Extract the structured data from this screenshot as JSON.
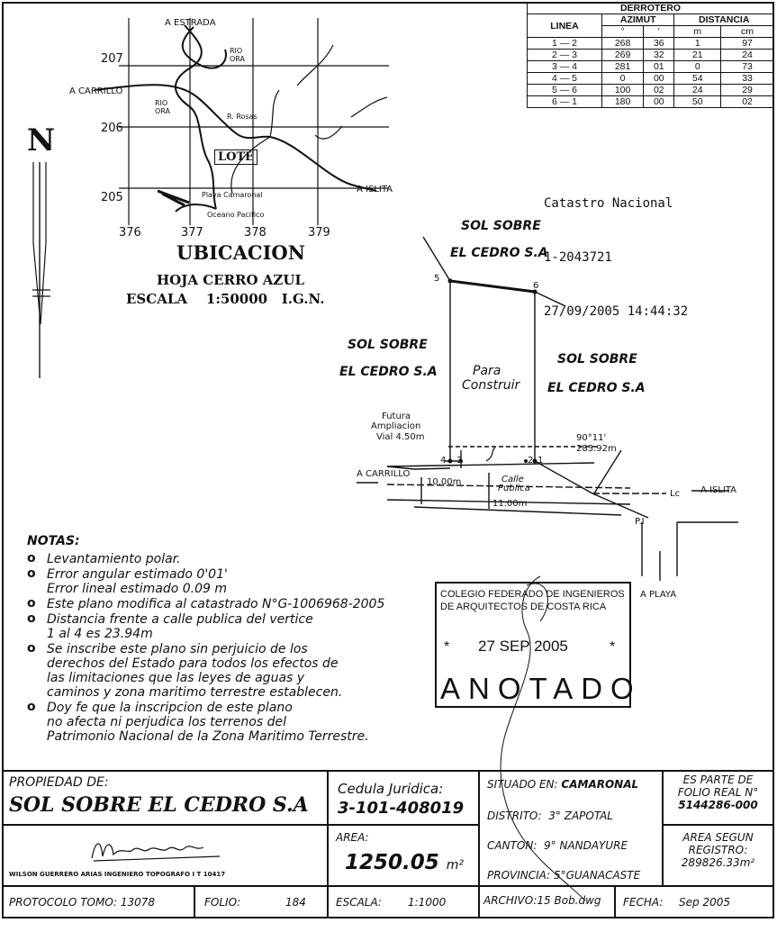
{
  "derrotero": {
    "title": "DERROTERO",
    "headers": [
      "LINEA",
      "AZIMUT",
      "DISTANCIA"
    ],
    "subheaders": [
      "°",
      "'",
      "m",
      "cm"
    ],
    "rows": [
      [
        "1 — 2",
        "268",
        "36",
        "1",
        "97"
      ],
      [
        "2 — 3",
        "269",
        "32",
        "21",
        "24"
      ],
      [
        "3 — 4",
        "281",
        "01",
        "0",
        "73"
      ],
      [
        "4 — 5",
        "0",
        "00",
        "54",
        "33"
      ],
      [
        "5 — 6",
        "100",
        "02",
        "24",
        "29"
      ],
      [
        "6 — 1",
        "180",
        "00",
        "50",
        "02"
      ]
    ]
  },
  "catastro": {
    "line1": "Catastro Nacional",
    "line2": "1-2043721",
    "line3": "27/09/2005 14:44:32"
  },
  "map": {
    "labels": {
      "estrada": "A ESTRADA",
      "carrillo": "A CARRILLO",
      "islita": "A ISLITA",
      "lote": "LOTE",
      "rio1": "RIO ORA",
      "rio2": "RIO ORA",
      "playa": "Playa Camaronal",
      "oceano": "Oceano Pacifico",
      "rosas": "R. Rosas"
    },
    "y_ticks": [
      "207",
      "206",
      "205"
    ],
    "x_ticks": [
      "376",
      "377",
      "378",
      "379"
    ],
    "north": "N"
  },
  "ubicacion": {
    "title": "UBICACION",
    "hoja": "HOJA CERRO AZUL",
    "escala": "ESCALA    1:50000   I.G.N."
  },
  "plan": {
    "top_owner_1": "SOL SOBRE",
    "top_owner_2": "EL CEDRO S.A",
    "left_owner_1": "SOL SOBRE",
    "left_owner_2": "EL CEDRO S.A",
    "right_owner_1": "SOL SOBRE",
    "right_owner_2": "EL CEDRO S.A",
    "center_1": "Para",
    "center_2": "Construir",
    "v1": "1",
    "v2": "2",
    "v3": "3",
    "v4": "4",
    "v5": "5",
    "v6": "6",
    "futura_1": "Futura",
    "futura_2": "Ampliacion",
    "futura_3": "Vial 4.50m",
    "angle": "90°11'",
    "dist": "283.92m",
    "carrillo": "A CARRILLO",
    "islita": "A ISLITA",
    "w10": "10.00m",
    "calle_1": "Calle",
    "calle_2": "Publica",
    "w11": "11.00m",
    "lc": "Lc",
    "pi": "P.I",
    "playa": "A PLAYA"
  },
  "notes": {
    "title": "NOTAS:",
    "items": [
      "Levantamiento polar.",
      "Error angular estimado 0'01'\nError lineal      estimado 0.09 m",
      "Este plano modifica al catastrado N°G-1006968-2005",
      "Distancia frente a calle publica del vertice\n1 al 4 es 23.94m",
      "Se inscribe este plano sin perjuicio de los\nderechos del Estado para todos los efectos de\nlas limitaciones que las leyes de aguas y\ncaminos y zona maritimo terrestre establecen.",
      "Doy fe que la inscripcion de este plano\nno afecta ni perjudica los terrenos del\nPatrimonio Nacional de la Zona Maritimo Terrestre."
    ]
  },
  "stamp": {
    "line1": "COLEGIO FEDERADO DE INGENIEROS",
    "line2": "DE ARQUITECTOS DE COSTA RICA",
    "date": "27 SEP 2005",
    "star": "*",
    "anotado": "ANOTADO"
  },
  "titleblock": {
    "propiedad_label": "PROPIEDAD DE:",
    "propiedad": "SOL SOBRE EL CEDRO S.A",
    "cedula_label": "Cedula Juridica:",
    "cedula": "3-101-408019",
    "situado_label": "SITUADO EN:",
    "situado": "CAMARONAL",
    "distrito_label": "DISTRITO:",
    "distrito": "3° ZAPOTAL",
    "canton_label": "CANTON:",
    "canton": "9° NANDAYURE",
    "provincia_label": "PROVINCIA:",
    "provincia": "5°GUANACASTE",
    "folio_1": "ES PARTE DE",
    "folio_2": "FOLIO REAL N°",
    "folio_3": "5144286-000",
    "area_reg_1": "AREA SEGUN",
    "area_reg_2": "REGISTRO:",
    "area_reg_3": "289826.33m²",
    "area_label": "AREA:",
    "area": "1250.05",
    "area_unit": "m²",
    "signer": "WILSON GUERRERO ARIAS INGENIERO TOPOGRAFO I T 10417",
    "protocolo": "PROTOCOLO TOMO: 13078",
    "folio_label": "FOLIO:",
    "folio": "184",
    "escala_label": "ESCALA:",
    "escala": "1:1000",
    "archivo": "ARCHIVO:15 Bob.dwg",
    "fecha_label": "FECHA:",
    "fecha": "Sep 2005"
  }
}
